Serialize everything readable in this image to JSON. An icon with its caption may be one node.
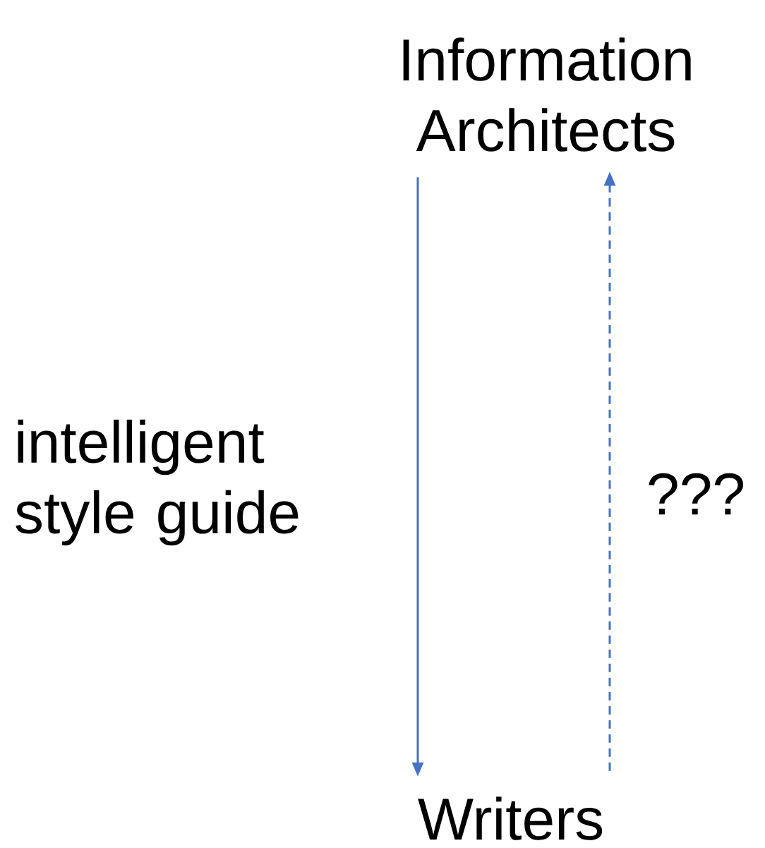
{
  "diagram": {
    "nodes": [
      {
        "text": [
          "Information Architects"
        ]
      },
      {
        "text": [
          "Writers"
        ]
      }
    ],
    "edges": [
      {
        "from": 0,
        "to": 1,
        "arrow": "to",
        "label": "intelligent style guide"
      },
      {
        "from": 1,
        "to": 0,
        "arrow": "to",
        "label": "???",
        "style": "dashed"
      }
    ]
  }
}
